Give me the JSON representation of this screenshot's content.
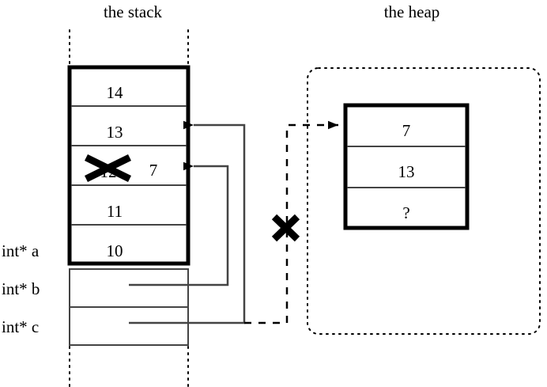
{
  "regions": {
    "stack": {
      "title": "the stack"
    },
    "heap": {
      "title": "the heap"
    }
  },
  "stack": {
    "cells": [
      {
        "value": "14",
        "struck": false
      },
      {
        "value": "13",
        "struck": false
      },
      {
        "value": "12",
        "struck": true,
        "new_value": "7"
      },
      {
        "value": "11",
        "struck": false
      },
      {
        "value": "10",
        "struck": false
      }
    ],
    "variables": [
      {
        "label": "int* a",
        "points_to": "none"
      },
      {
        "label": "int* b",
        "points_to": "stack-cell-12"
      },
      {
        "label": "int* c",
        "points_to": "stack-cell-13"
      }
    ]
  },
  "heap": {
    "cells": [
      {
        "value": "7"
      },
      {
        "value": "13"
      },
      {
        "value": "?"
      }
    ],
    "incoming_pointer": {
      "style": "dashed",
      "invalidated": true
    }
  },
  "annotations": {
    "struck_stack_value": "12",
    "replacement_value": "7",
    "invalid_pointer_marker": "x-cross"
  },
  "colors": {
    "ink": "#000000",
    "rule": "#444444",
    "background": "#ffffff"
  }
}
